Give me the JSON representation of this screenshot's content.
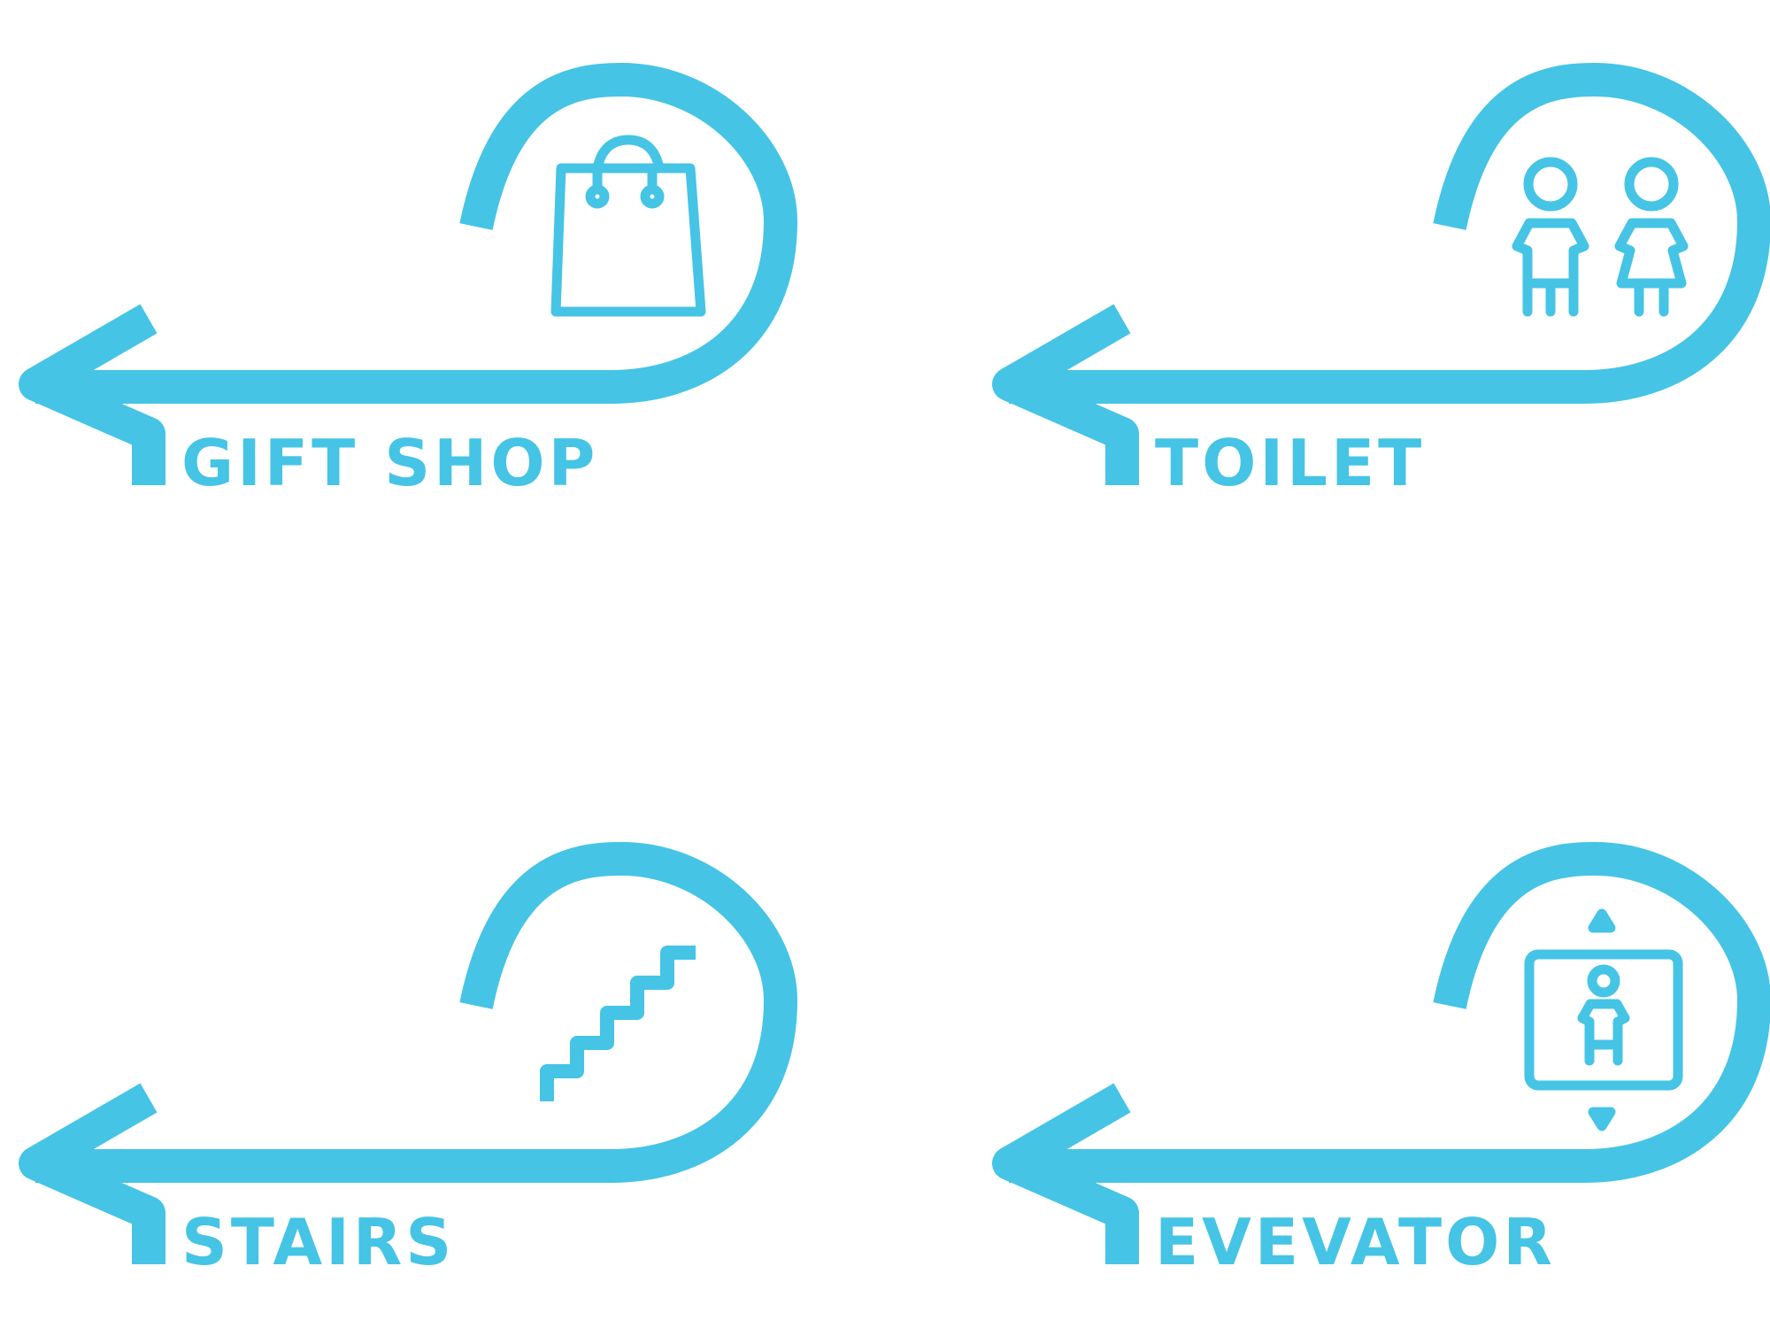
{
  "accent_color": "#45c4e5",
  "signs": [
    {
      "label": "GIFT SHOP",
      "icon": "shopping-bag-icon"
    },
    {
      "label": "TOILET",
      "icon": "restroom-people-icon"
    },
    {
      "label": "STAIRS",
      "icon": "stairs-icon"
    },
    {
      "label": "EVEVATOR",
      "icon": "elevator-icon"
    }
  ]
}
